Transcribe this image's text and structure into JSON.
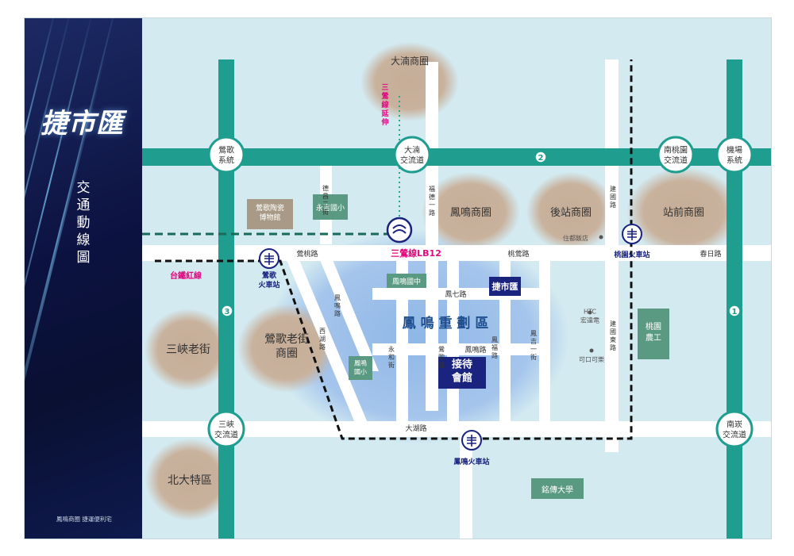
{
  "sidebar": {
    "brand": "捷市匯",
    "title": "交通動線圖",
    "slogan": "鳳鳴商圈 捷運便利宅"
  },
  "colors": {
    "highway": "#1f9e90",
    "road": "#ffffff",
    "water_bg": "#d3eaf1",
    "commercial": "#c8b3a0",
    "school_box": "#5b9a82",
    "brand_navy": "#1a237e",
    "metro_magenta": "#e0087f",
    "rail_dash": "#111111"
  },
  "interchanges": {
    "yingge": "鶯歌\n系統",
    "dananjiaoliu": "大湳\n交流道",
    "nantaoyuan": "南桃園\n交流道",
    "jichang": "機場\n系統",
    "sanxia": "三峽\n交流道",
    "nankan": "南崁\n交流道"
  },
  "commercial_areas": {
    "danan": "大湳商圈",
    "fengming": "鳳鳴商圈",
    "houzhan": "後站商圈",
    "zhanqian": "站前商圈",
    "sanxia_old": "三峽老街",
    "yingge_old": "鶯歌老街\n商圈",
    "beida": "北大特區"
  },
  "facilities": {
    "ceramics": "鶯歌陶瓷\n博物館",
    "yongji": "永吉國小",
    "fengming_jh": "鳳鳴國中",
    "fengming_es": "鳳鳴\n國小",
    "reception": "接待\n會館",
    "site": "捷市匯",
    "taoyuan_agri": "桃園\n農工",
    "mingchuan": "銘傳大學",
    "zhudu": "住都飯店",
    "htc": "HTC\n宏達電",
    "coke": "可口可樂",
    "district": "鳳 鳴 重 劃 區"
  },
  "stations": {
    "yingge_train": "鶯歌\n火車站",
    "taoyuan_train": "桃園火車站",
    "fengming_train": "鳳鳴火車站",
    "metro_label": "三鶯線LB12",
    "metro_ext": "三鶯線延伸",
    "red_line": "台鐵紅線"
  },
  "roads": {
    "yingtao": "鶯桃路",
    "taoying": "桃鶯路",
    "chunri": "春日路",
    "fengqi": "鳳七路",
    "fengming": "鳳鳴路",
    "dahu": "大湖路",
    "fengming_v": "鳳鳴路",
    "xihu": "西湖路",
    "yonghe": "永和街",
    "yingge_st": "鶯歌路",
    "fengfu": "鳳福路",
    "fengji": "鳳吉一街",
    "jianguo": "建國路",
    "jianguo_e": "建國東路",
    "dechang": "德昌二街",
    "fude": "福德一路"
  },
  "route_badges": {
    "r1": "1",
    "r2": "2",
    "r3": "3"
  }
}
